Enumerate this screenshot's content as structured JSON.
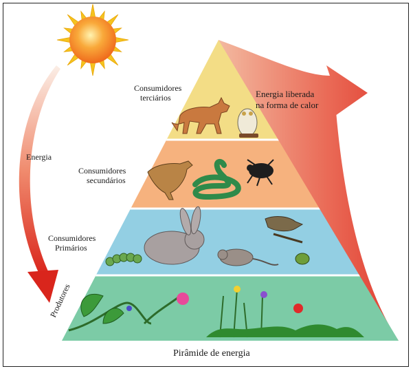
{
  "caption": "Pirâmide de energia",
  "labels": {
    "energy": "Energia",
    "heat_line1": "Energia liberada",
    "heat_line2": "na forma de calor",
    "producers": "Produtores",
    "primary_line1": "Consumidores",
    "primary_line2": "Primários",
    "secondary_line1": "Consumidores",
    "secondary_line2": "secundários",
    "tertiary_line1": "Consumidores",
    "tertiary_line2": "terciários"
  },
  "levels": [
    {
      "level": "producers",
      "color": "#7ccba6"
    },
    {
      "level": "primary",
      "color": "#93cfe3"
    },
    {
      "level": "secondary",
      "color": "#f6b27e"
    },
    {
      "level": "tertiary",
      "color": "#f3dd86"
    }
  ],
  "colors": {
    "sun": "#f58a1f",
    "sun_rays": "#f5c320",
    "heat_arrow": "#e6453a",
    "energy_arrow": "#d9342b"
  },
  "icons": {
    "sun": "sun-icon",
    "wolf": "wolf-icon",
    "owl": "owl-icon",
    "hawk": "hawk-icon",
    "snake": "snake-icon",
    "beetle": "beetle-icon",
    "rabbit": "rabbit-icon",
    "bird": "bird-icon",
    "caterpillar": "caterpillar-icon",
    "mouse": "mouse-icon",
    "bug": "bug-icon",
    "plants": "plants-icon"
  }
}
